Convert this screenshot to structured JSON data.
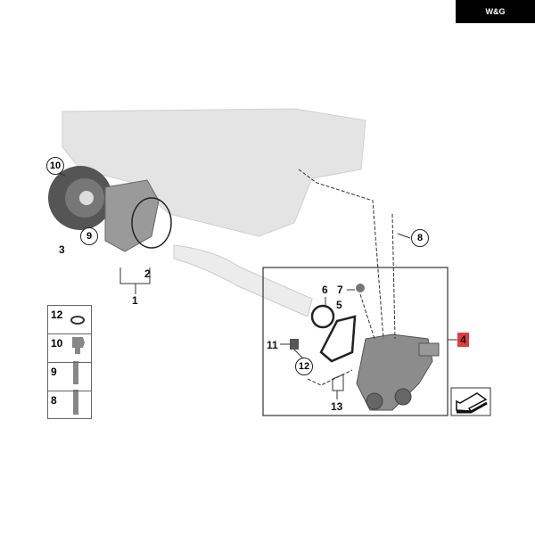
{
  "brand": {
    "logo_text": "W&G"
  },
  "callouts": {
    "c1": "1",
    "c2": "2",
    "c3": "3",
    "c4": "4",
    "c5": "5",
    "c6": "6",
    "c7": "7",
    "c8": "8",
    "c9": "9",
    "c10": "10",
    "c11": "11",
    "c12": "12",
    "c13": "13"
  },
  "legend": [
    {
      "label": "12"
    },
    {
      "label": "10"
    },
    {
      "label": "9"
    },
    {
      "label": "8"
    }
  ],
  "colors": {
    "highlight": "#e03c3c"
  }
}
